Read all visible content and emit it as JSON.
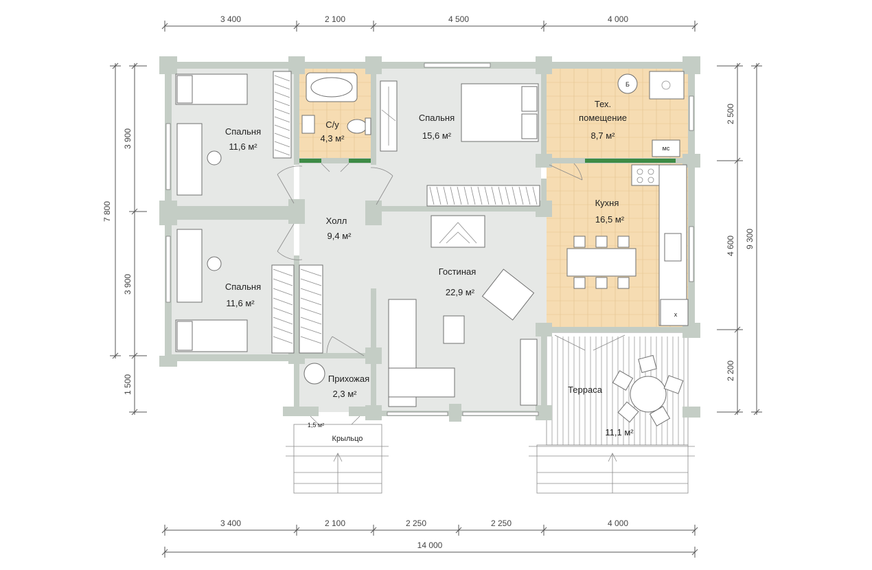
{
  "dimensions": {
    "top": [
      "3 400",
      "2 100",
      "4 500",
      "4 000"
    ],
    "bottom": [
      "3 400",
      "2 100",
      "2 250",
      "2 250",
      "4 000"
    ],
    "total": "14 000",
    "left_outer": "7 800",
    "left": [
      "3 900",
      "3 900",
      "1 500"
    ],
    "right": [
      "2 500",
      "4 600",
      "2 200"
    ],
    "right_outer": "9 300"
  },
  "rooms": [
    {
      "name": "Спальня",
      "area": "11,6 м²"
    },
    {
      "name": "С/у",
      "area": "4,3 м²"
    },
    {
      "name": "Спальня",
      "area": "15,6 м²"
    },
    {
      "name": "Тех.",
      "name2": "помещение",
      "area": "8,7 м²"
    },
    {
      "name": "Кухня",
      "area": "16,5 м²"
    },
    {
      "name": "Холл",
      "area": "9,4 м²"
    },
    {
      "name": "Гостиная",
      "area": "22,9 м²"
    },
    {
      "name": "Спальня",
      "area": "11,6 м²"
    },
    {
      "name": "Прихожая",
      "area": "2,3 м²"
    },
    {
      "name": "Терраса",
      "area": "11,1 м²"
    }
  ],
  "porch": {
    "name": "Крыльцо",
    "area": "1,5 м²"
  },
  "appliance_labels": {
    "boiler": "Б",
    "microwave": "мс",
    "fridge": "х"
  },
  "colors": {
    "wall": "#c4cdc5",
    "tile": "#f6dcb2",
    "floor": "#e6e8e6",
    "green": "#3d8b45"
  }
}
